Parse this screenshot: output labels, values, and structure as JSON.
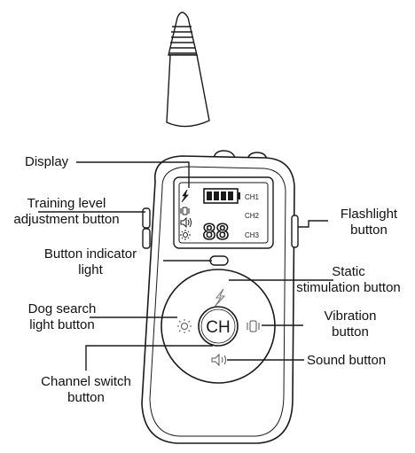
{
  "labels": {
    "display": "Display",
    "training_level_l1": "Training level",
    "training_level_l2": "adjustment button",
    "flashlight_l1": "Flashlight",
    "flashlight_l2": "button",
    "indicator_l1": "Button indicator",
    "indicator_l2": "light",
    "static_l1": "Static",
    "static_l2": "stimulation button",
    "dog_search_l1": "Dog search",
    "dog_search_l2": "light button",
    "vibration_l1": "Vibration",
    "vibration_l2": "button",
    "sound": "Sound button",
    "channel_l1": "Channel switch",
    "channel_l2": "button"
  },
  "screen": {
    "ch1": "CH1",
    "ch2": "CH2",
    "ch3": "CH3",
    "level_digits": "88",
    "center_button": "CH"
  },
  "icons": {
    "static": "lightning-icon",
    "vibration": "vibration-icon",
    "sound": "speaker-icon",
    "light": "sun-icon",
    "battery": "battery-icon"
  },
  "colors": {
    "line": "#1a1a1a",
    "background": "#ffffff"
  }
}
